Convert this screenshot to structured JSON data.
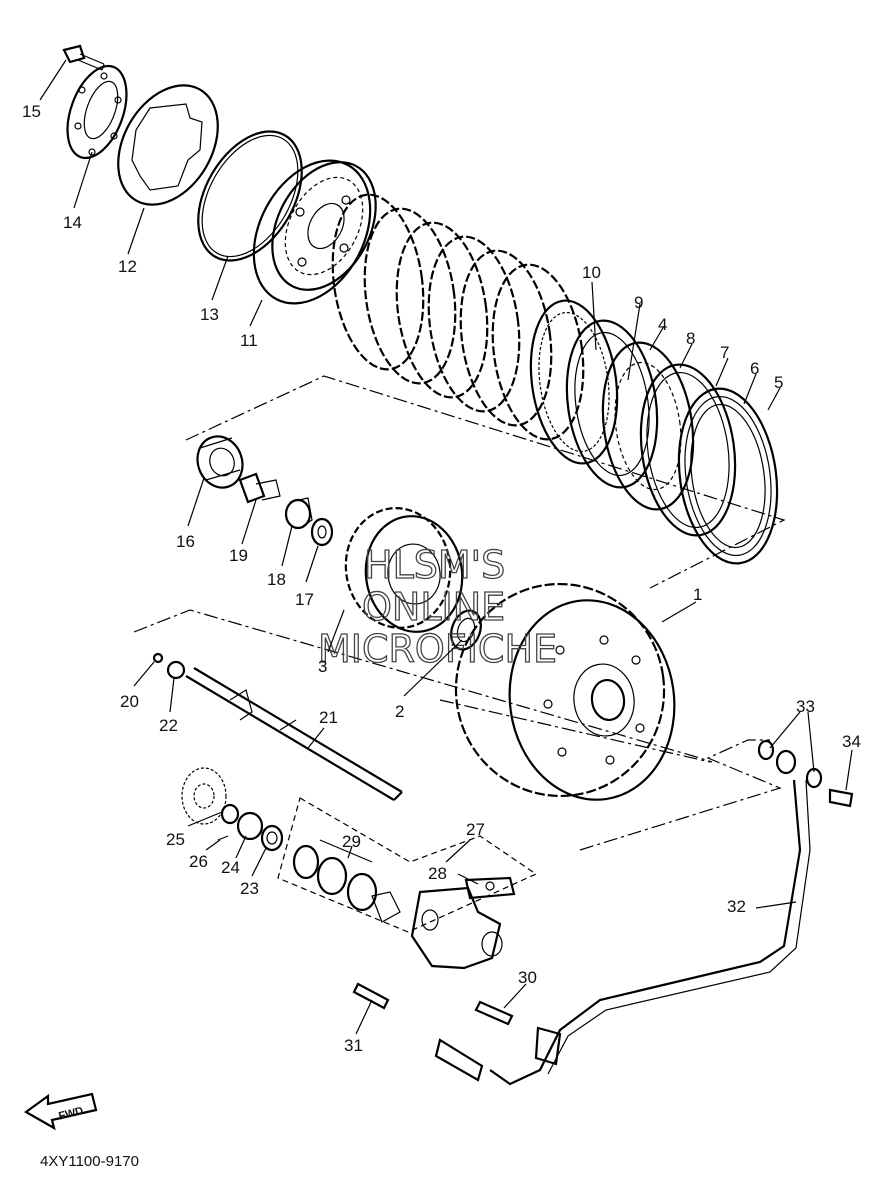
{
  "diagram_code": "4XY1100-9170",
  "watermark": {
    "line1": "HLSM'S",
    "line2": "ONLINE",
    "line3": "MICROFICHE"
  },
  "fwd_label": "FWD",
  "callouts": {
    "c1": "1",
    "c2": "2",
    "c3": "3",
    "c4": "4",
    "c5": "5",
    "c6": "6",
    "c7": "7",
    "c8": "8",
    "c9": "9",
    "c10": "10",
    "c11": "11",
    "c12": "12",
    "c13": "13",
    "c14": "14",
    "c15": "15",
    "c16": "16",
    "c17": "17",
    "c18": "18",
    "c19": "19",
    "c20": "20",
    "c21": "21",
    "c22": "22",
    "c23": "23",
    "c24": "24",
    "c25": "25",
    "c26": "26",
    "c27": "27",
    "c28": "28",
    "c29": "29",
    "c30": "30",
    "c31": "31",
    "c32": "32",
    "c33": "33",
    "c34": "34"
  }
}
